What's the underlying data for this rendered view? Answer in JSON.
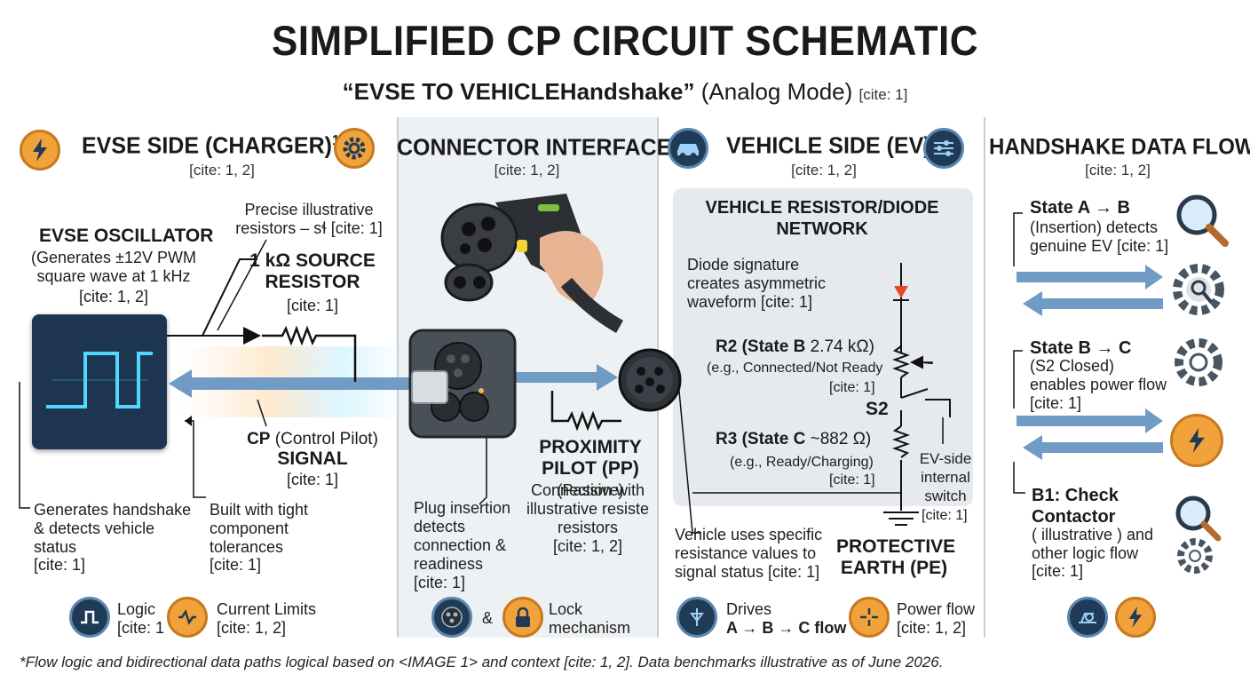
{
  "header": {
    "title": "SIMPLIFIED CP CIRCUIT SCHEMATIC",
    "subtitle_quote": "“EVSE TO VEHICLEHandshake”",
    "subtitle_mode": "(Analog Mode)",
    "subtitle_cite": "[cite: 1]"
  },
  "evse": {
    "header": "EVSE SIDE (CHARGER)",
    "header_sup": "1, 2",
    "cite": "[cite: 1, 2]",
    "oscillator_title": "EVSE OSCILLATOR",
    "oscillator_desc": "(Generates ±12V PWM square wave at 1 kHz",
    "oscillator_cite": "[cite: 1, 2]",
    "precise_note": "Precise illustrative resistors – sɬ [cite: 1]",
    "source_resistor_title": "1 kΩ SOURCE RESISTOR",
    "source_resistor_cite": "[cite: 1]",
    "cp_signal_prefix": "CP",
    "cp_signal_mid": "(Control Pilot)",
    "cp_signal_suffix": "SIGNAL",
    "cp_signal_cite": "[cite: 1]",
    "note_left": "Generates handshake & detects vehicle status",
    "note_left_cite": "[cite: 1]",
    "note_right": "Built with tight component tolerances",
    "note_right_cite": "[cite: 1]",
    "footer_left_label": "Logic",
    "footer_left_cite": "[cite: 1",
    "footer_right_label": "Current Limits",
    "footer_right_cite": "[cite: 1, 2]"
  },
  "connector": {
    "header": "CONNECTOR INTERFACE",
    "cite": "[cite: 1, 2]",
    "plug_note": "Plug insertion detects connection & readiness",
    "plug_note_cite": "[cite: 1]",
    "pp_title": "PROXIMITY PILOT (PP)",
    "pp_passive": "(Passive)",
    "pp_desc": "Connection with illustrative resiste resistors",
    "pp_cite": "[cite: 1, 2]",
    "footer_amp": "&",
    "footer_label": "Lock mechanism"
  },
  "vehicle": {
    "header": "VEHICLE SIDE (EV)",
    "header_star": "*",
    "cite": "[cite: 1, 2]",
    "network_title": "VEHICLE RESISTOR/DIODE NETWORK",
    "diode_note": "Diode signature creates asymmetric waveform [cite: 1]",
    "r2_title": "R2 (State B",
    "r2_value": "2.74 kΩ)",
    "r2_desc": "(e.g., Connected/Not Ready",
    "r2_cite": "[cite: 1]",
    "s2_label": "S2",
    "r3_title": "R3 (State C",
    "r3_value": "~882 Ω)",
    "r3_desc": "(e.g., Ready/Charging)",
    "r3_cite": "[cite: 1]",
    "switch_note": "EV-side internal switch",
    "switch_cite": "[cite: 1]",
    "uses_note": "Vehicle uses specific resistance values to signal status [cite: 1]",
    "pe_title": "PROTECTIVE EARTH (PE)",
    "footer_left_label": "Drives",
    "footer_left_flow": "A → B → C flow",
    "footer_right_label": "Power flow",
    "footer_right_cite": "[cite: 1, 2]"
  },
  "flow": {
    "header": "HANDSHAKE DATA FLOW",
    "cite": "[cite: 1, 2]",
    "ab_title": "State A → B",
    "ab_desc": "(Insertion) detects genuine EV [cite: 1]",
    "bc_title": "State B → C",
    "bc_desc": "(S2 Closed) enables power flow [cite: 1]",
    "b1_title": "B1: Check Contactor",
    "b1_desc": "( illustrative ) and other logic flow",
    "b1_cite": "[cite: 1]"
  },
  "footnote": "*Flow logic and bidirectional data paths logical based on <IMAGE 1> and context [cite: 1, 2]. Data benchmarks illustrative as of June 2026.",
  "colors": {
    "accent_orange": "#f2a23a",
    "dark_navy": "#1f3b57",
    "flow_blue": "#6f9bc4",
    "glow_blue": "#4fd7ff",
    "panel_grey": "#eef1f4"
  },
  "icons": [
    "lightning-icon",
    "gear-icon",
    "car-icon",
    "sliders-icon",
    "magnifier-icon",
    "plug-icon",
    "lock-icon",
    "logic-icon",
    "current-icon",
    "diode-icon",
    "power-flow-icon",
    "contactor-icon"
  ]
}
